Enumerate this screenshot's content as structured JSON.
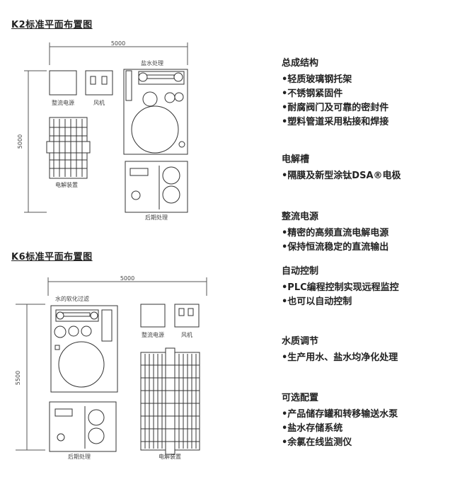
{
  "k2": {
    "title": "K2标准平面布置图",
    "dim_width": "5000",
    "dim_height": "5000",
    "labels": {
      "rectifier": "整流电源",
      "fan": "风机",
      "electrolyzer": "电解装置",
      "brine": "盐水处理",
      "post": "后期处理"
    }
  },
  "k6": {
    "title": "K6标准平面布置图",
    "dim_width": "5000",
    "dim_height": "5500",
    "labels": {
      "softening": "水的软化过滤",
      "rectifier": "整流电源",
      "fan": "风机",
      "post": "后期处理",
      "electrolyzer": "电解装置"
    }
  },
  "features": [
    {
      "title": "总成结构",
      "items": [
        "•轻质玻璃钢托架",
        "•不锈钢紧固件",
        "•耐腐阀门及可靠的密封件",
        "•塑料管道采用粘接和焊接"
      ]
    },
    {
      "title": "电解槽",
      "items": [
        "•隔膜及新型涂钛DSA®电极"
      ]
    },
    {
      "title": "整流电源",
      "items": [
        "•精密的高频直流电解电源",
        "•保持恒流稳定的直流输出"
      ]
    },
    {
      "title": "自动控制",
      "items": [
        "•PLC编程控制实现远程监控",
        "•也可以自动控制"
      ]
    },
    {
      "title": "水质调节",
      "items": [
        "•生产用水、盐水均净化处理"
      ]
    },
    {
      "title": "可选配置",
      "items": [
        "•产品储存罐和转移输送水泵",
        "•盐水存储系统",
        "•余氯在线监测仪"
      ]
    }
  ]
}
